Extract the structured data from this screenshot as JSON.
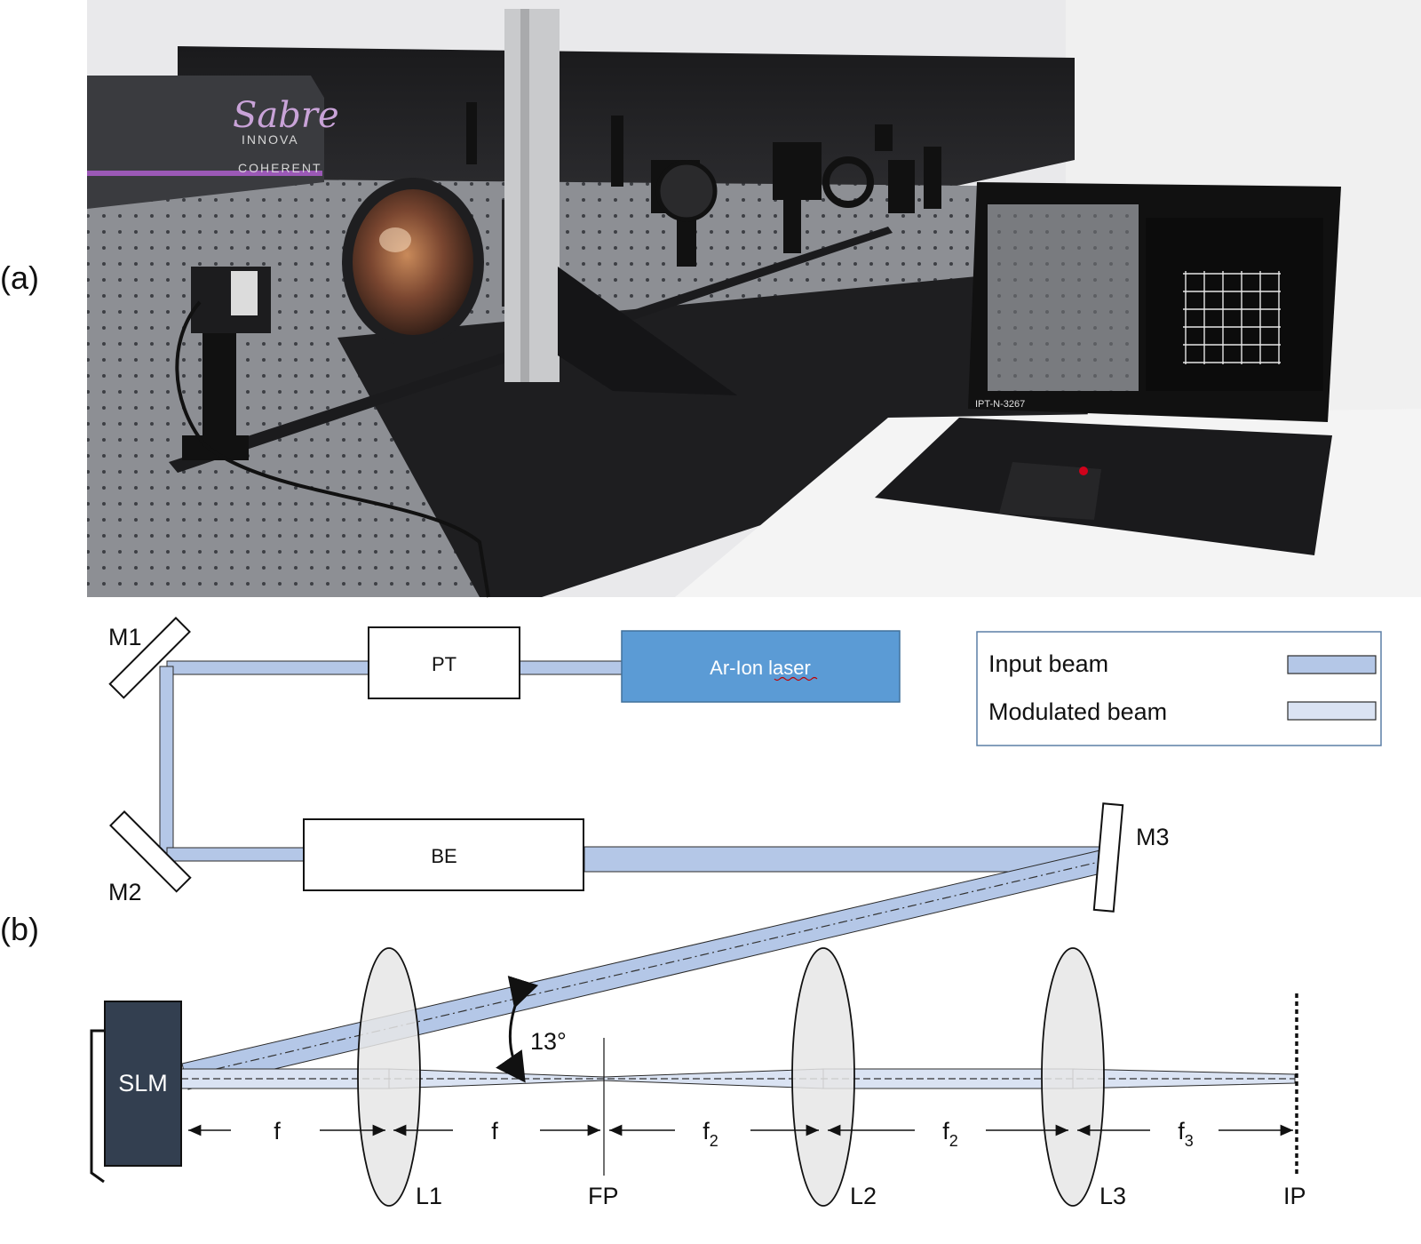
{
  "panel_a": {
    "label": "(a)",
    "photo": {
      "laser_brand": "Sabre",
      "laser_model": "INNOVA",
      "laser_maker": "COHERENT",
      "laptop_tag": "IPT-N-3267"
    }
  },
  "panel_b": {
    "label": "(b)",
    "components": {
      "pt": "PT",
      "laser": "Ar-Ion laser",
      "be": "BE",
      "m1": "M1",
      "m2": "M2",
      "m3": "M3",
      "slm": "SLM",
      "l1": "L1",
      "l2": "L2",
      "l3": "L3",
      "fp": "FP",
      "ip": "IP"
    },
    "distances": {
      "d1": "f",
      "d2": "f",
      "d3_base": "f",
      "d3_sub": "2",
      "d4_base": "f",
      "d4_sub": "2",
      "d5_base": "f",
      "d5_sub": "3"
    },
    "angle": "13°",
    "legend": {
      "input_beam": "Input beam",
      "modulated_beam": "Modulated beam"
    },
    "colors": {
      "input_beam": "#b4c7e7",
      "modulated_beam": "#dae3f3",
      "laser_box": "#5b9bd5",
      "slm": "#333f50",
      "lens": "#e6e6e6"
    }
  }
}
